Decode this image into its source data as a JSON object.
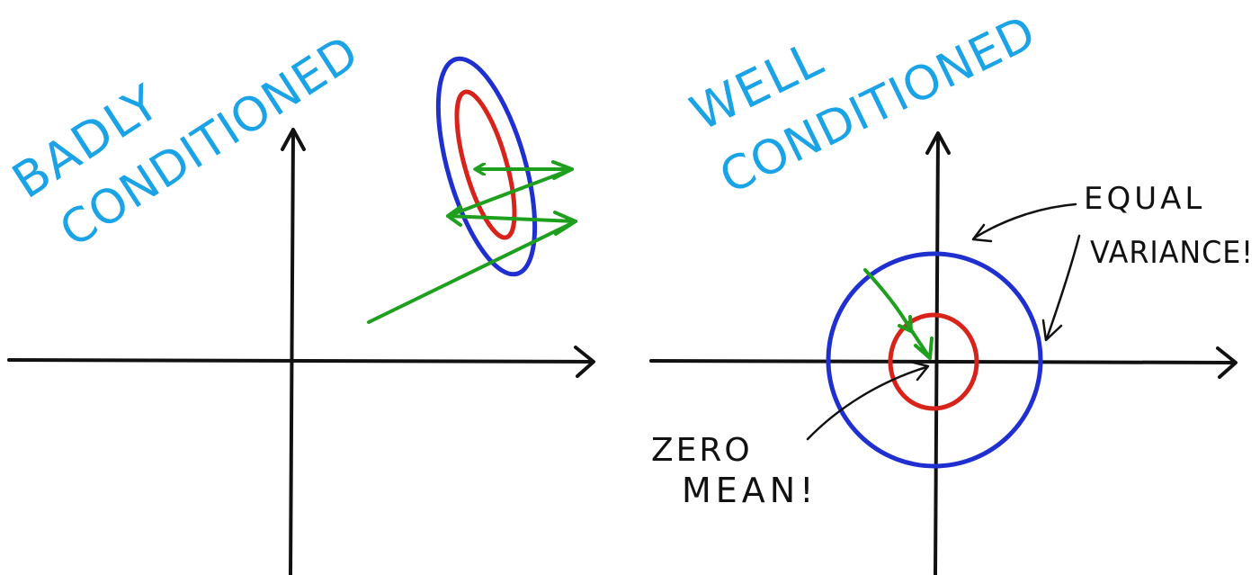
{
  "left_panel": {
    "title_line1": "BADLY",
    "title_line2": "CONDITIONED"
  },
  "right_panel": {
    "title_line1": "WELL",
    "title_line2": "CONDITIONED",
    "annotation_equal_line1": "EQUAL",
    "annotation_equal_line2": "VARIANCE!",
    "annotation_zero_line1": "ZERO",
    "annotation_zero_line2": "MEAN!"
  },
  "colors": {
    "title": "#1aa3e6",
    "axis": "#111111",
    "outer_contour": "#1f2fd0",
    "inner_contour": "#d8231a",
    "descent_path": "#1ea01e",
    "annotation": "#111111"
  }
}
